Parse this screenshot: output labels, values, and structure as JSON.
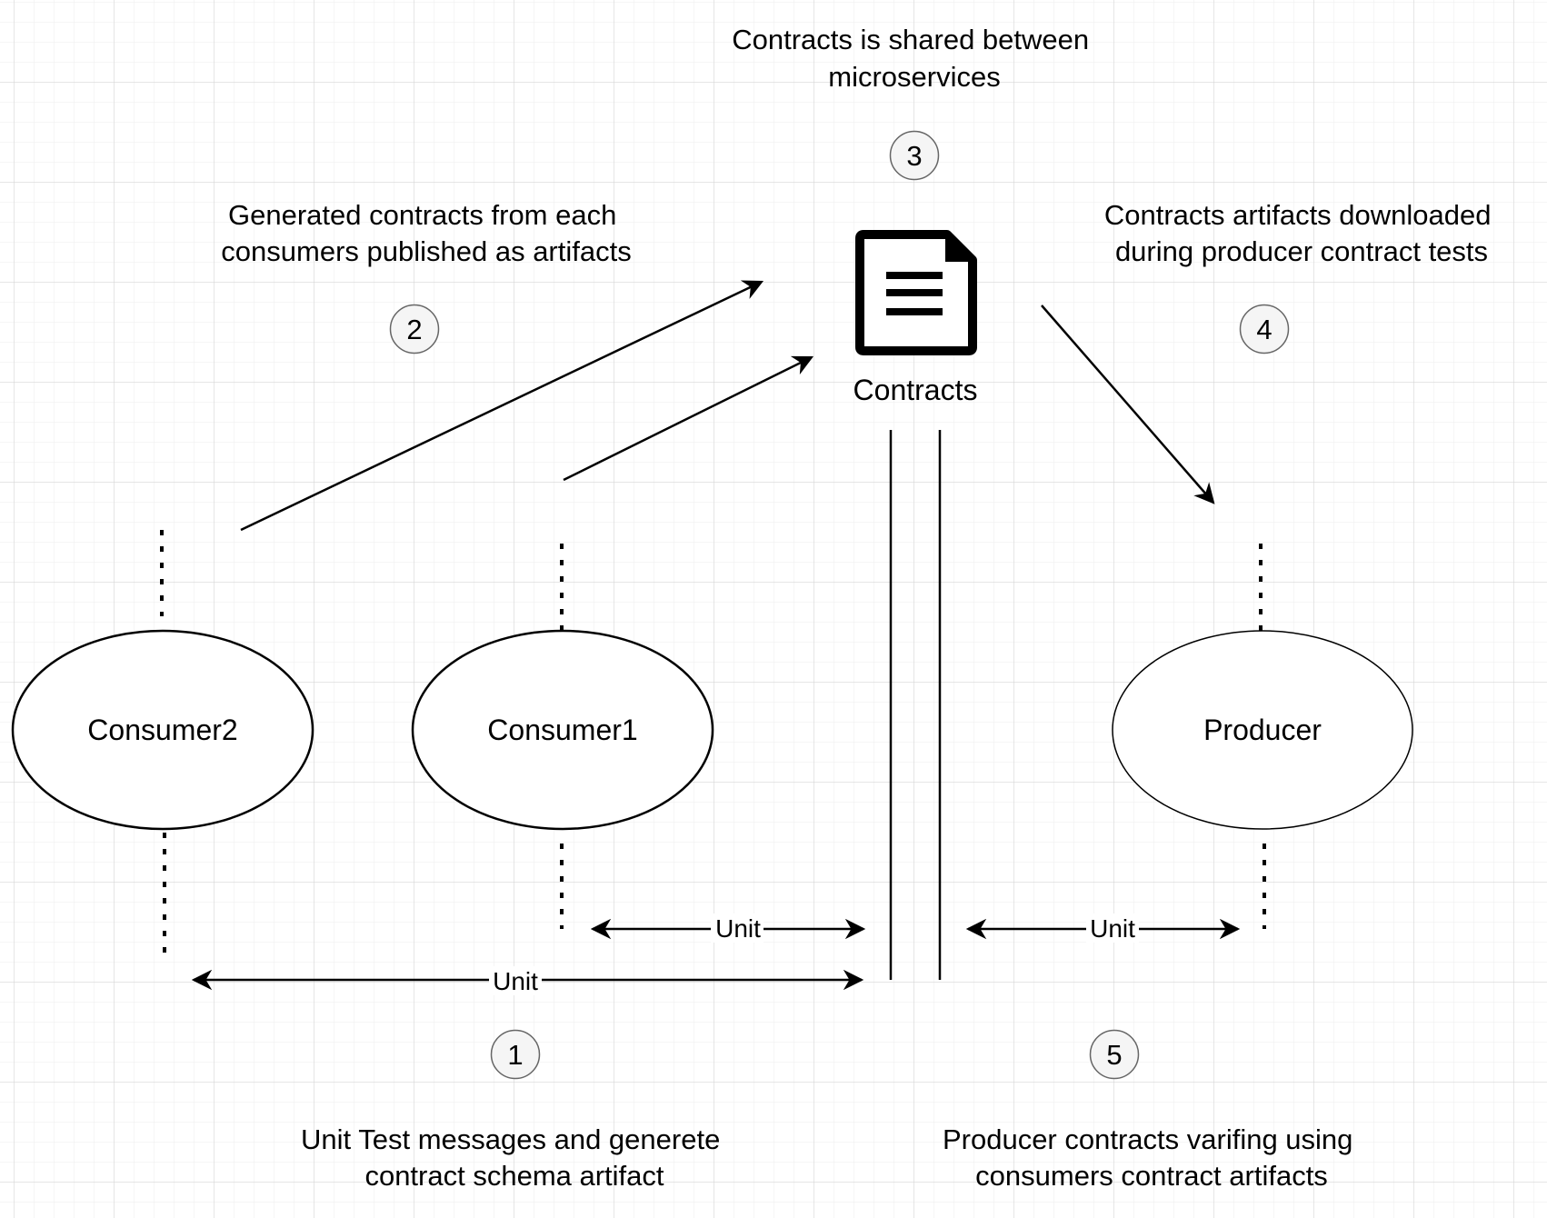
{
  "diagram": {
    "annotations": {
      "shared": [
        "Contracts is shared between",
        "microservices"
      ],
      "published": [
        "Generated contracts from each",
        "consumers published as artifacts"
      ],
      "downloaded": [
        "Contracts artifacts downloaded",
        "during producer contract tests"
      ],
      "unit_test": [
        "Unit Test messages and generete",
        "contract schema artifact"
      ],
      "verify": [
        "Producer contracts varifing using",
        "consumers contract artifacts"
      ]
    },
    "steps": {
      "one": "1",
      "two": "2",
      "three": "3",
      "four": "4",
      "five": "5"
    },
    "nodes": {
      "consumer2": "Consumer2",
      "consumer1": "Consumer1",
      "producer": "Producer",
      "contracts": "Contracts"
    },
    "edge_labels": {
      "consumer1_unit": "Unit",
      "consumer2_unit": "Unit",
      "producer_unit": "Unit"
    },
    "icons": {
      "contracts": "document-icon"
    },
    "colors": {
      "stroke": "#000000",
      "grid": "#e0e0e0",
      "step_circle_fill": "#f5f5f5",
      "step_circle_stroke": "#666666"
    }
  }
}
